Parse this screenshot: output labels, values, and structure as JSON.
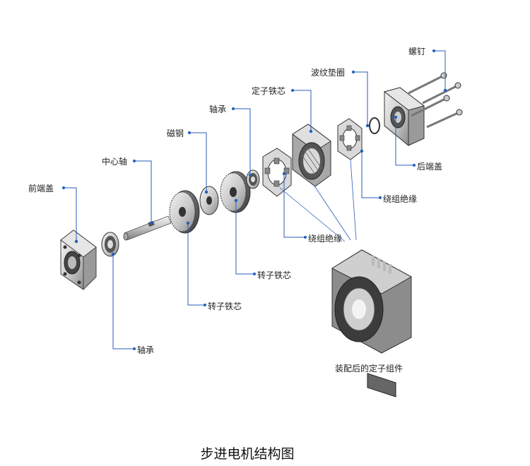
{
  "diagram": {
    "caption": "步进电机结构图",
    "labels": {
      "luoding": "螺钉",
      "bowen_dianquan": "波纹垫圈",
      "dingzi_tiexin": "定子铁芯",
      "zhoucheng_top": "轴承",
      "cigang": "磁钢",
      "zhongxinzhou": "中心轴",
      "qianduangai": "前端盖",
      "houduangai": "后端盖",
      "raozu_jueyuan_right": "绕组绝缘",
      "raozu_jueyuan_mid": "绕组绝缘",
      "zhuanzi_tiexin_1": "转子铁芯",
      "zhuanzi_tiexin_2": "转子铁芯",
      "zhoucheng_bottom": "轴承",
      "assembled_stator": "装配后的定子组件"
    },
    "colors": {
      "leader": "#1f5fbf",
      "metal_light": "#e3e3e3",
      "metal_mid": "#bdbdbd",
      "metal_dark": "#5a5a5a",
      "outline": "#333333"
    }
  }
}
